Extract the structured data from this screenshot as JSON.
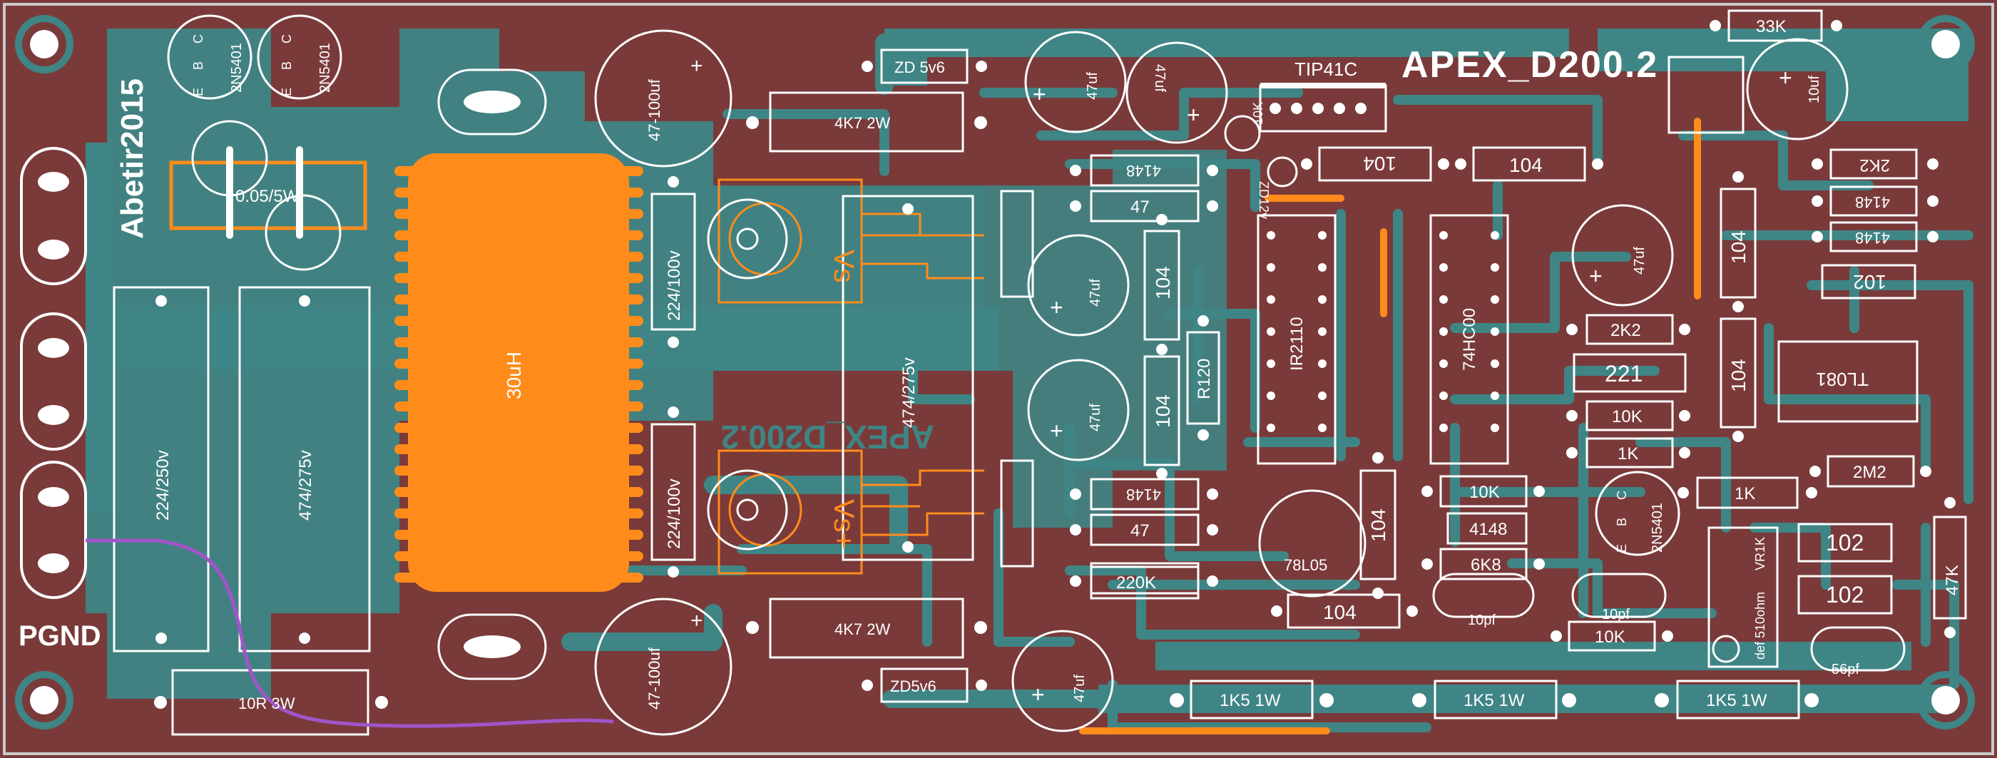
{
  "board": {
    "title": "APEX_D200.2",
    "author": "Abetir2015",
    "gnd_label": "PGND",
    "mirror_title": "APEX_D200.2",
    "colors": {
      "board": "#7a3a3a",
      "copper": "#3f8585",
      "silk": "#ffffff",
      "orange": "#ff8c1a",
      "purple": "#a155c9"
    }
  },
  "transistors": {
    "t1_label": "2N5401",
    "t2_label": "2N5401",
    "t3_label": "2N5401",
    "pins": "E B C",
    "tip_label": "TIP41C"
  },
  "capacitors": {
    "c_47_100_top": "47-100uf",
    "c_47_100_bottom": "47-100uf",
    "c_47a": "47uf",
    "c_47b": "47uf",
    "c_47c": "47uf",
    "c_47d": "47uf",
    "c_47e": "47uf",
    "c_47f": "47uf",
    "c_10uf": "10uf",
    "c_224_100_top": "224/100v",
    "c_224_100_bottom": "224/100v",
    "c_224_250": "224/250v",
    "c_474_275_left": "474/275v",
    "c_474_275_right": "474/275v",
    "c_104a": "104",
    "c_104b": "104",
    "c_104c": "104",
    "c_104d": "104",
    "c_104e": "104",
    "c_104f": "104",
    "c_104g": "104",
    "c_104h": "104",
    "c_102a": "102",
    "c_102b": "102",
    "c_102c": "102",
    "c_221": "221",
    "c_10pf_a": "10pf",
    "c_10pf_b": "10pf",
    "c_56pf": "56pf"
  },
  "resistors": {
    "r_005": "0.05/5W",
    "r_4k7_top": "4K7 2W",
    "r_4k7_bottom": "4K7 2W",
    "r_10r": "10R 3W",
    "r_47a": "47",
    "r_47b": "47",
    "r_220k": "220K",
    "r_r120": "R120",
    "r_33k": "33K",
    "r_2k2a": "2K2",
    "r_2k2b": "2K2",
    "r_10k_a": "10K",
    "r_10k_b": "10K",
    "r_10k_c": "10K",
    "r_10k_small": "10K",
    "r_1k_a": "1K",
    "r_1k_b": "1K",
    "r_2m2": "2M2",
    "r_6k8": "6K8",
    "r_47k": "47K",
    "r_1k5_a": "1K5 1W",
    "r_1k5_b": "1K5 1W",
    "r_1k5_c": "1K5 1W",
    "vr": "VR1K",
    "vr_note": "def 510ohm"
  },
  "diodes": {
    "zd_top": "ZD 5v6",
    "zd_bottom": "ZD5v6",
    "zd12": "ZD12v",
    "d4148_a": "4148",
    "d4148_b": "4148",
    "d4148_c": "4148",
    "d4148_d": "4148",
    "d4148_e": "4148"
  },
  "ics": {
    "driver": "IR2110",
    "logic": "74HC00",
    "opamp": "TL081",
    "reg": "78L05"
  },
  "inductor": {
    "label": "30uH"
  },
  "mosfets": {
    "vs_top": "Vs",
    "vs_bottom": "Vs+"
  }
}
